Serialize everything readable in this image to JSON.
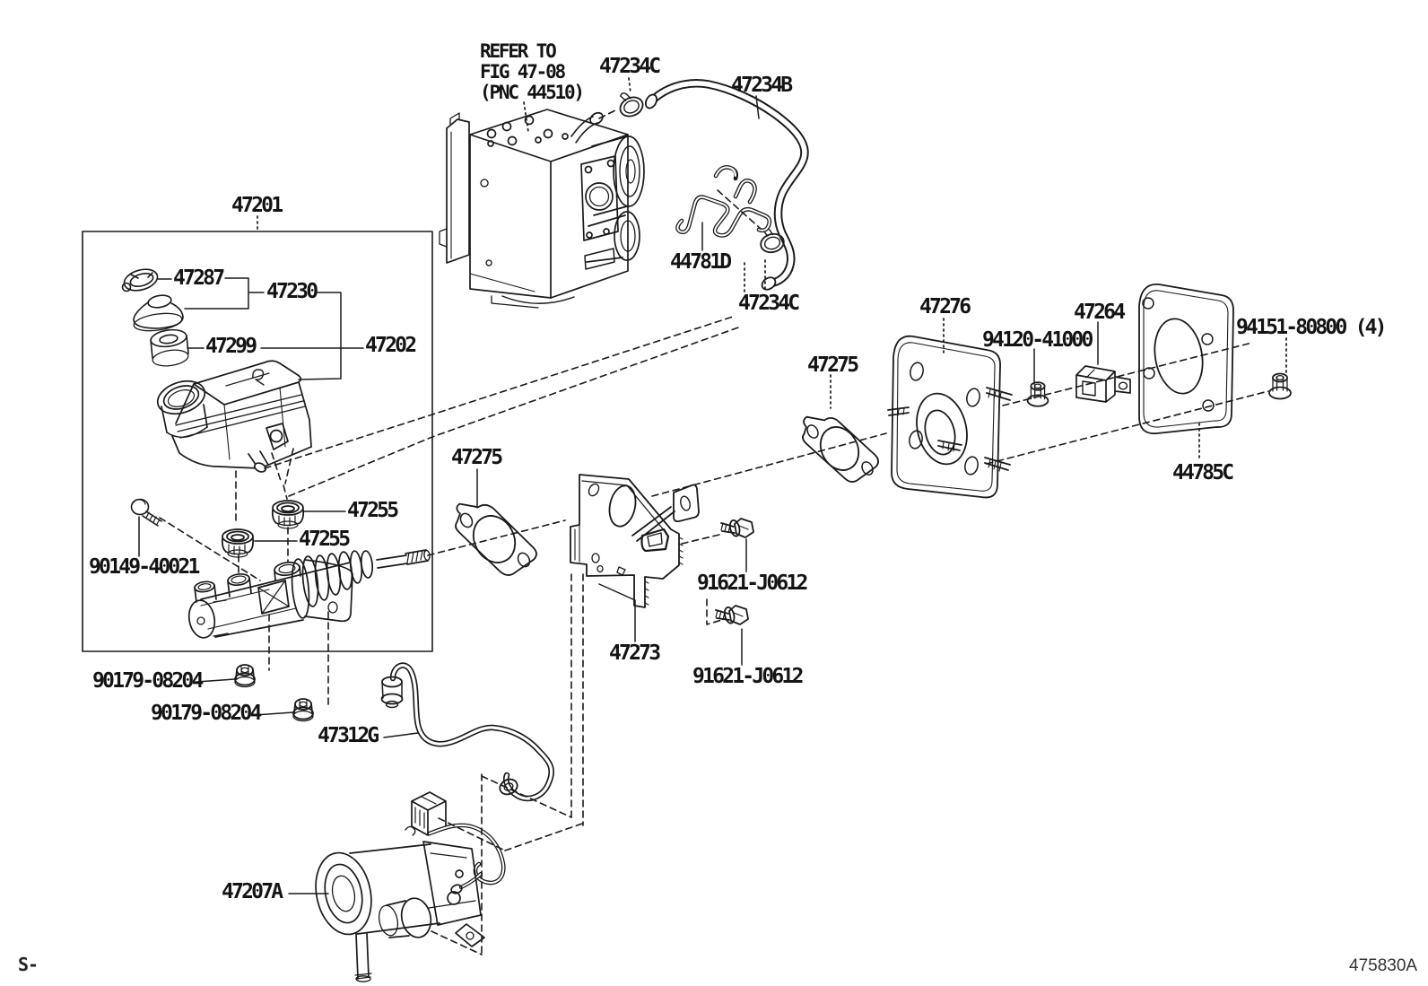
{
  "diagram": {
    "title_note": {
      "line1": "REFER TO",
      "line2": "FIG 47-08",
      "line3": "(PNC 44510)"
    },
    "footer": {
      "left": "S-",
      "right": "475830A"
    },
    "colors": {
      "line": "#1a1a1a",
      "background": "#ffffff"
    },
    "labels": [
      {
        "id": "47201",
        "text": "47201"
      },
      {
        "id": "47287",
        "text": "47287"
      },
      {
        "id": "47230",
        "text": "47230"
      },
      {
        "id": "47299",
        "text": "47299"
      },
      {
        "id": "47202",
        "text": "47202"
      },
      {
        "id": "47255-upper",
        "text": "47255"
      },
      {
        "id": "47255-lower",
        "text": "47255"
      },
      {
        "id": "90149-40021",
        "text": "90149-40021"
      },
      {
        "id": "90179-08204-a",
        "text": "90179-08204"
      },
      {
        "id": "90179-08204-b",
        "text": "90179-08204"
      },
      {
        "id": "47312G",
        "text": "47312G"
      },
      {
        "id": "47207A",
        "text": "47207A"
      },
      {
        "id": "47273",
        "text": "47273"
      },
      {
        "id": "91621-J0612-a",
        "text": "91621-J0612"
      },
      {
        "id": "91621-J0612-b",
        "text": "91621-J0612"
      },
      {
        "id": "47275-left",
        "text": "47275"
      },
      {
        "id": "47275-right",
        "text": "47275"
      },
      {
        "id": "47276",
        "text": "47276"
      },
      {
        "id": "94120-41000",
        "text": "94120-41000"
      },
      {
        "id": "47264",
        "text": "47264"
      },
      {
        "id": "94151-80800",
        "text": "94151-80800 (4)"
      },
      {
        "id": "44785C",
        "text": "44785C"
      },
      {
        "id": "47234C-top",
        "text": "47234C"
      },
      {
        "id": "47234B",
        "text": "47234B"
      },
      {
        "id": "44781D",
        "text": "44781D"
      },
      {
        "id": "47234C-bottom",
        "text": "47234C"
      }
    ]
  }
}
